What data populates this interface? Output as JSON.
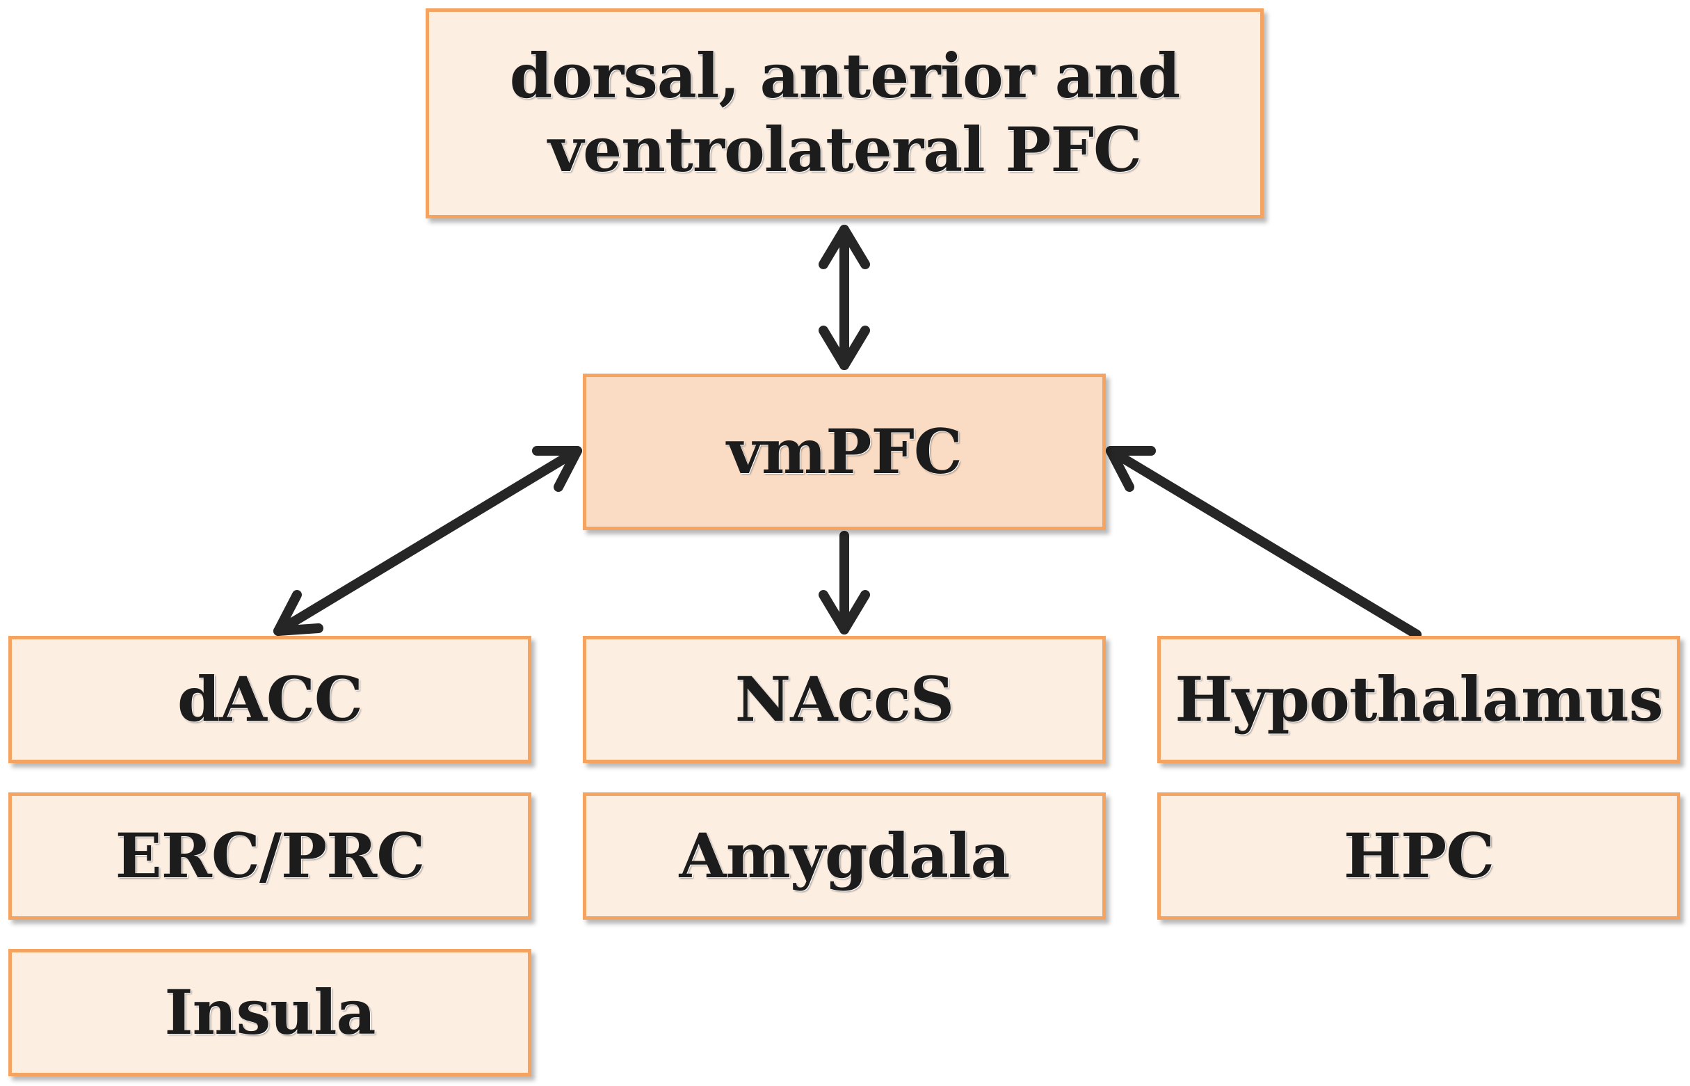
{
  "nodes": {
    "top": {
      "line1": "dorsal, anterior and",
      "line2": "ventrolateral PFC"
    },
    "center": "vmPFC",
    "dacc": "dACC",
    "naccs": "NAccS",
    "hypothalamus": "Hypothalamus",
    "erc_prc": "ERC/PRC",
    "amygdala": "Amygdala",
    "hpc": "HPC",
    "insula": "Insula"
  },
  "edges": [
    {
      "from": "dorsal, anterior and ventrolateral PFC",
      "to": "vmPFC",
      "direction": "bidirectional"
    },
    {
      "from": "dACC",
      "to": "vmPFC",
      "direction": "bidirectional"
    },
    {
      "from": "vmPFC",
      "to": "NAccS",
      "direction": "forward"
    },
    {
      "from": "Hypothalamus",
      "to": "vmPFC",
      "direction": "forward"
    }
  ],
  "colors": {
    "box_border": "#f4a460",
    "box_fill": "#fdeee2",
    "center_fill": "#fadcc4",
    "arrow": "#262626",
    "text": "#1c1c1c"
  }
}
